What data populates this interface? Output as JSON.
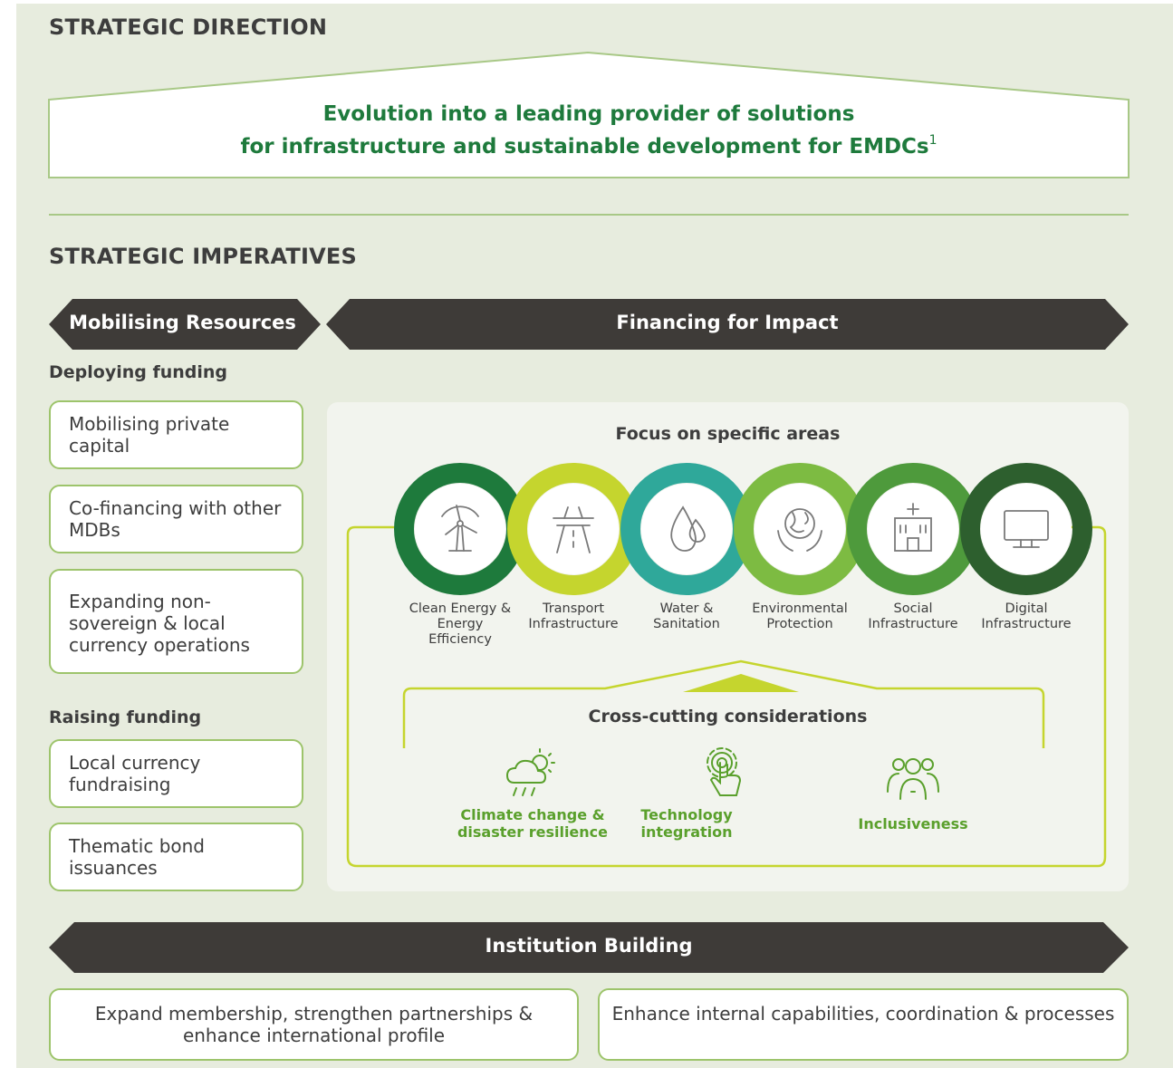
{
  "strategic_direction": {
    "heading": "STRATEGIC DIRECTION",
    "vision_line1": "Evolution into a leading provider of solutions",
    "vision_line2": "for infrastructure and sustainable development for EMDCs",
    "footnote": "1"
  },
  "strategic_imperatives": {
    "heading": "STRATEGIC IMPERATIVES"
  },
  "banners": {
    "mobilising": "Mobilising Resources",
    "financing": "Financing for Impact",
    "institution": "Institution Building"
  },
  "deploying_funding": {
    "title": "Deploying funding",
    "items": [
      "Mobilising private capital",
      "Co-financing with other MDBs",
      "Expanding non-sovereign & local currency operations"
    ]
  },
  "raising_funding": {
    "title": "Raising funding",
    "items": [
      "Local currency fundraising",
      "Thematic bond issuances"
    ]
  },
  "focus": {
    "title": "Focus on specific areas",
    "areas": [
      {
        "label": "Clean Energy & Energy Efficiency",
        "color": "#1e7a3c",
        "icon": "wind-turbine-icon"
      },
      {
        "label": "Transport Infrastructure",
        "color": "#c5d52e",
        "icon": "road-icon"
      },
      {
        "label": "Water & Sanitation",
        "color": "#2fa89a",
        "icon": "water-drop-icon"
      },
      {
        "label": "Environmental Protection",
        "color": "#7dbb42",
        "icon": "globe-hands-icon"
      },
      {
        "label": "Social Infrastructure",
        "color": "#4e9a3c",
        "icon": "hospital-icon"
      },
      {
        "label": "Digital Infrastructure",
        "color": "#2d5f2e",
        "icon": "monitor-icon"
      }
    ]
  },
  "cross_cutting": {
    "title": "Cross-cutting considerations",
    "items": [
      {
        "label": "Climate change & disaster resilience",
        "icon": "storm-cloud-icon"
      },
      {
        "label": "Technology integration",
        "icon": "touch-tech-icon"
      },
      {
        "label": "Inclusiveness",
        "icon": "people-icon"
      }
    ]
  },
  "institution_building": {
    "items": [
      "Expand membership, strengthen partnerships & enhance international profile",
      "Enhance internal capabilities, coordination & processes"
    ]
  },
  "colors": {
    "background": "#e7ecde",
    "dark_banner": "#3e3b38",
    "green_text": "#1e7a3c",
    "border_green": "#9dc46b",
    "lime": "#c5d52e"
  }
}
